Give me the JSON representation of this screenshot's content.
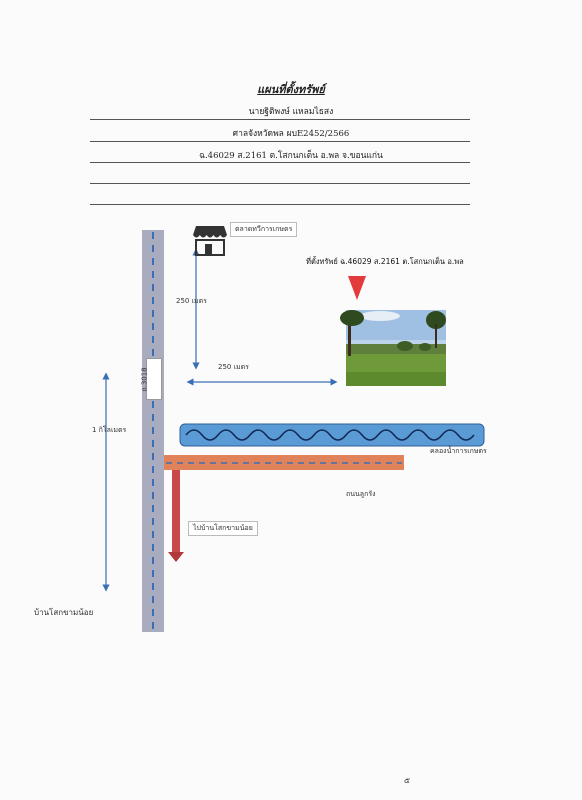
{
  "header": {
    "title": "แผนที่ตั้งทรัพย์",
    "owner": "นายฐิติพงษ์ แหลมไธสง",
    "court_case": "ศาลจังหวัดพล ผบE2452/2566",
    "deed": "ฉ.46029 ส.2161 ต.โสกนกเต็น อ.พล จ.ขอนแก่น"
  },
  "map": {
    "market_label": "ตลาดทวีการเกษตร",
    "property_label": "ที่ตั้งทรัพย์ ฉ.46029 ส.2161 ต.โสกนกเต็น อ.พล",
    "road_label": "ถ.3018",
    "dist_vertical": "250 เมตร",
    "dist_horizontal": "250 เมตร",
    "dist_long": "1 กิโลเมตร",
    "canal_label": "คลองน้ำการเกษตร",
    "dirt_road_label": "ถนนลูกรัง",
    "to_village_label": "ไปบ้านโสกขามน้อย",
    "village_label": "บ้านโสกขามน้อย"
  },
  "footer": {
    "page_mark": "๕"
  },
  "colors": {
    "main_road": "#a9abbe",
    "road_dash": "#3a6fb5",
    "canal_fill": "#5b9bd5",
    "dirt_road": "#e0825a",
    "arrow_down": "#b03a3a",
    "pin": "#e23b3b",
    "dimension": "#3a6fb5"
  }
}
